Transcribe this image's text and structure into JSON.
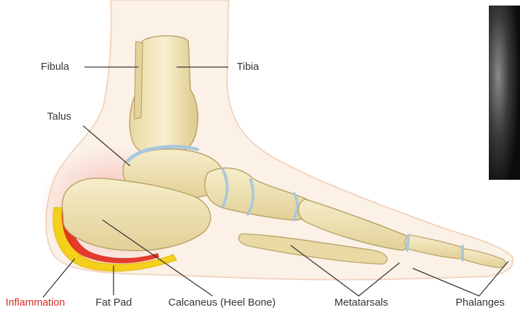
{
  "labels": {
    "fibula": "Fibula",
    "tibia": "Tibia",
    "talus": "Talus",
    "inflammation": "Inflammation",
    "fat_pad": "Fat Pad",
    "calcaneus": "Calcaneus (Heel Bone)",
    "metatarsals": "Metatarsals",
    "phalanges": "Phalanges"
  },
  "colors": {
    "label_text": "#333333",
    "inflammation_text": "#d42a1e",
    "bone": "#efe2b4",
    "bone_outline": "#b8a36a",
    "cartilage": "#a9c7df",
    "skin": "#fbf1e6",
    "fat": "#f4cf1c",
    "inflamed": "#e0281a",
    "ultrasound_bg": "#111111"
  },
  "icons": {
    "ultrasound": "ultrasound-inset-image"
  }
}
